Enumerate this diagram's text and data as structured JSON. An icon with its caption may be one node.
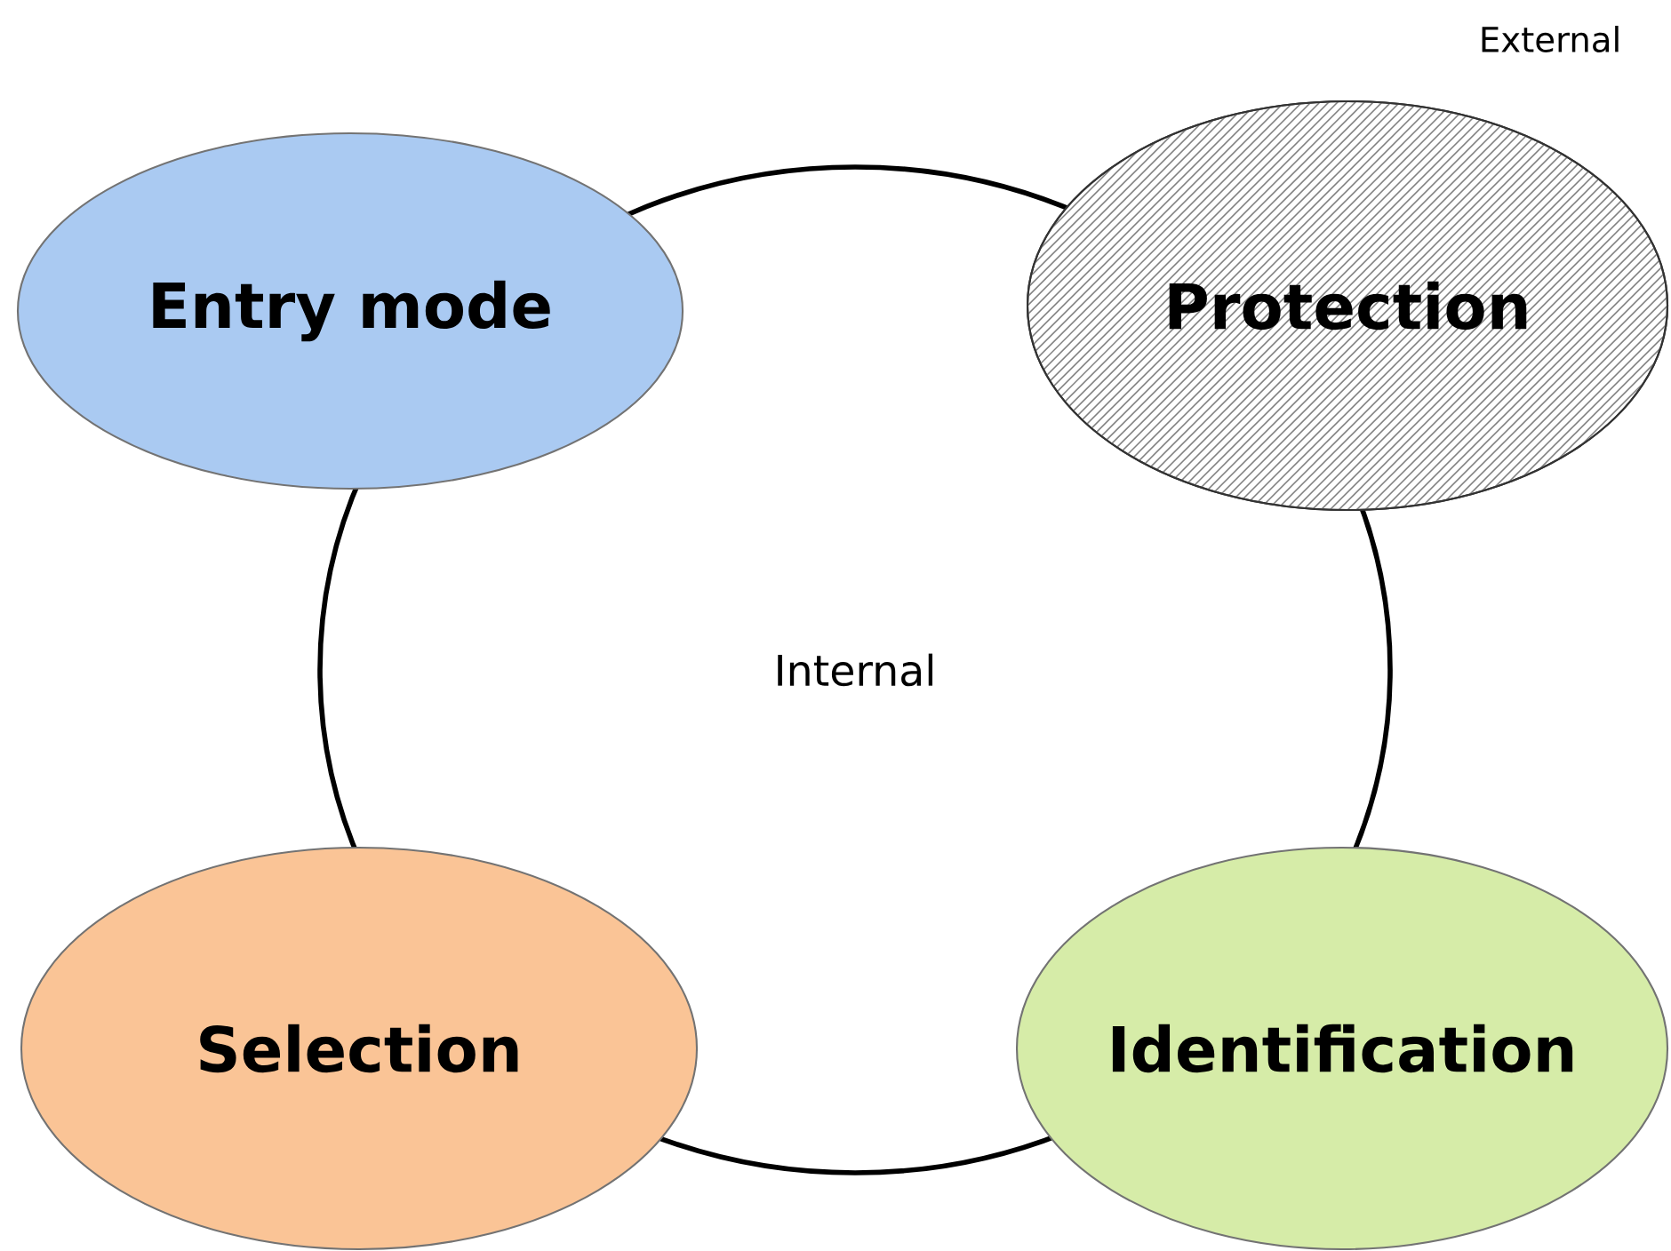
{
  "diagram": {
    "nodes": [
      {
        "text": [
          "Internal"
        ]
      },
      {
        "text": [
          "Entry mode"
        ]
      },
      {
        "text": [
          "Protection"
        ]
      },
      {
        "text": [
          "Selection"
        ]
      },
      {
        "text": [
          "Identification"
        ]
      }
    ],
    "labels": [
      "External"
    ]
  }
}
